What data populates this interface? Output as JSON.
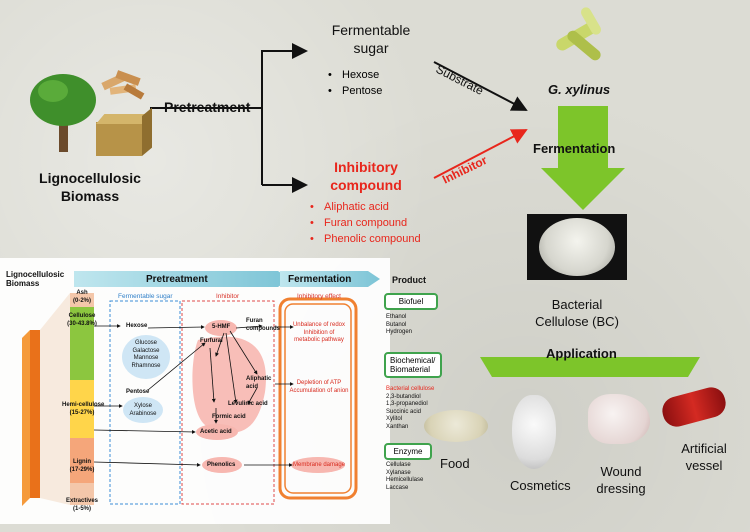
{
  "top": {
    "biomass_label_1": "Lignocellulosic",
    "biomass_label_2": "Biomass",
    "pretreatment": "Pretreatment",
    "fermentable_sugar_1": "Fermentable",
    "fermentable_sugar_2": "sugar",
    "sugars": [
      "Hexose",
      "Pentose"
    ],
    "inhibitory_1": "Inhibitory",
    "inhibitory_2": "compound",
    "inhibitors": [
      "Aliphatic acid",
      "Furan compound",
      "Phenolic compound"
    ],
    "substrate": "Substrate",
    "inhibitor": "Inhibitor",
    "organism": "G. xylinus",
    "fermentation": "Fermentation",
    "bc_1": "Bacterial",
    "bc_2": "Cellulose (BC)",
    "application": "Application"
  },
  "products": {
    "heading": "Product",
    "biofuel": "Biofuel",
    "biofuel_items": [
      "Ethanol",
      "Butanol",
      "Hydrogen"
    ],
    "biochem_1": "Biochemical/",
    "biochem_2": "Biomaterial",
    "biochem_items": [
      "Bacterial cellulose",
      "2,3-butandiol",
      "1,3-propanediol",
      "Succinic acid",
      "Xylitol",
      "Xanthan"
    ],
    "enzyme": "Enzyme",
    "enzyme_items": [
      "Cellulase",
      "Xylanase",
      "Hemicellulase",
      "Laccase"
    ],
    "food": "Food",
    "cosmetics": "Cosmetics",
    "wound_1": "Wound",
    "wound_2": "dressing",
    "vessel_1": "Artificial",
    "vessel_2": "vessel"
  },
  "inset": {
    "biomass_1": "Lignocellulosic",
    "biomass_2": "Biomass",
    "pretreatment": "Pretreatment",
    "fermentation": "Fermentation",
    "fermentable_sugar": "Fermentable sugar",
    "inhibitor": "Inhibitor",
    "inhibitory_effect": "Inhibitory effect",
    "composition": {
      "ash_1": "Ash",
      "ash_2": "(0-2%)",
      "cellulose_1": "Cellulose",
      "cellulose_2": "(30-43.8%)",
      "hemi_1": "Hemi-cellulose",
      "hemi_2": "(15-27%)",
      "lignin_1": "Lignin",
      "lignin_2": "(17-29%)",
      "extractives_1": "Extractives",
      "extractives_2": "(1-5%)"
    },
    "hexose": "Hexose",
    "hexose_items": [
      "Glucose",
      "Galactose",
      "Mannose",
      "Rhamnose"
    ],
    "pentose": "Pentose",
    "pentose_items": [
      "Xylose",
      "Arabinose"
    ],
    "hmf": "5-HMF",
    "furfural": "Furfural",
    "furan_1": "Furan",
    "furan_2": "compounds",
    "aliphatic_1": "Aliphatic",
    "aliphatic_2": "acid",
    "levulinic": "Levulinic acid",
    "formic": "Formic acid",
    "acetic": "Acetic acid",
    "phenolics": "Phenolics",
    "effects": {
      "redox_1": "Unbalance of redox",
      "redox_2": "Inhibition of",
      "redox_3": "metabolic pathway",
      "atp_1": "Depletion of ATP",
      "atp_2": "Accumulation of anion",
      "membrane": "Membrane damage"
    }
  },
  "colors": {
    "inhibitor_red": "#e8261c",
    "arrow_green": "#7dc52a",
    "cellulose_green": "#8cc63f",
    "hemicellulose_yellow": "#ffd54a",
    "lignin_salmon": "#f5a67a",
    "biomass_orange": "#e9711a",
    "effect_box_orange": "#f08030",
    "sugar_box_blue": "#3a8dd6"
  }
}
